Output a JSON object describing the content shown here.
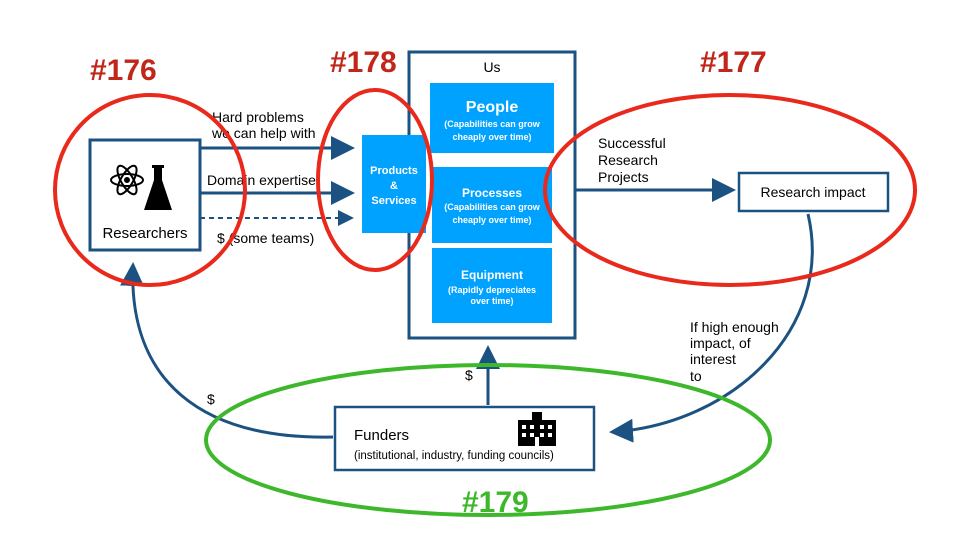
{
  "colors": {
    "red": "#e8291c",
    "green": "#3db82b",
    "navy": "#1c5282",
    "blue": "#00a2ff"
  },
  "groups": {
    "g176": "#176",
    "g178": "#178",
    "g177": "#177",
    "g179": "#179"
  },
  "researchers": {
    "label": "Researchers",
    "icons": [
      "atom-icon",
      "flask-icon"
    ]
  },
  "us": {
    "title": "Us",
    "people": {
      "title": "People",
      "sub1": "(Capabilities can grow",
      "sub2": "cheaply over time)"
    },
    "processes": {
      "title": "Processes",
      "sub1": "(Capabilities can grow",
      "sub2": "cheaply over time)"
    },
    "equipment": {
      "title": "Equipment",
      "sub1": "(Rapidly depreciates",
      "sub2": "over time)"
    }
  },
  "products": {
    "l1": "Products",
    "l2": "&",
    "l3": "Services"
  },
  "arrows": {
    "hard1": "Hard problems",
    "hard2": "we can help with",
    "domain": "Domain expertise",
    "money_some": "$ (some teams)",
    "succ1": "Successful",
    "succ2": "Research",
    "succ3": "Projects",
    "impact1": "If high enough",
    "impact2": "impact, of",
    "impact3": "interest",
    "impact4": "to",
    "money_us": "$",
    "money_researchers": "$"
  },
  "impact": {
    "label": "Research impact"
  },
  "funders": {
    "title": "Funders",
    "sub": "(institutional, industry, funding councils)",
    "icon": "building-icon"
  }
}
